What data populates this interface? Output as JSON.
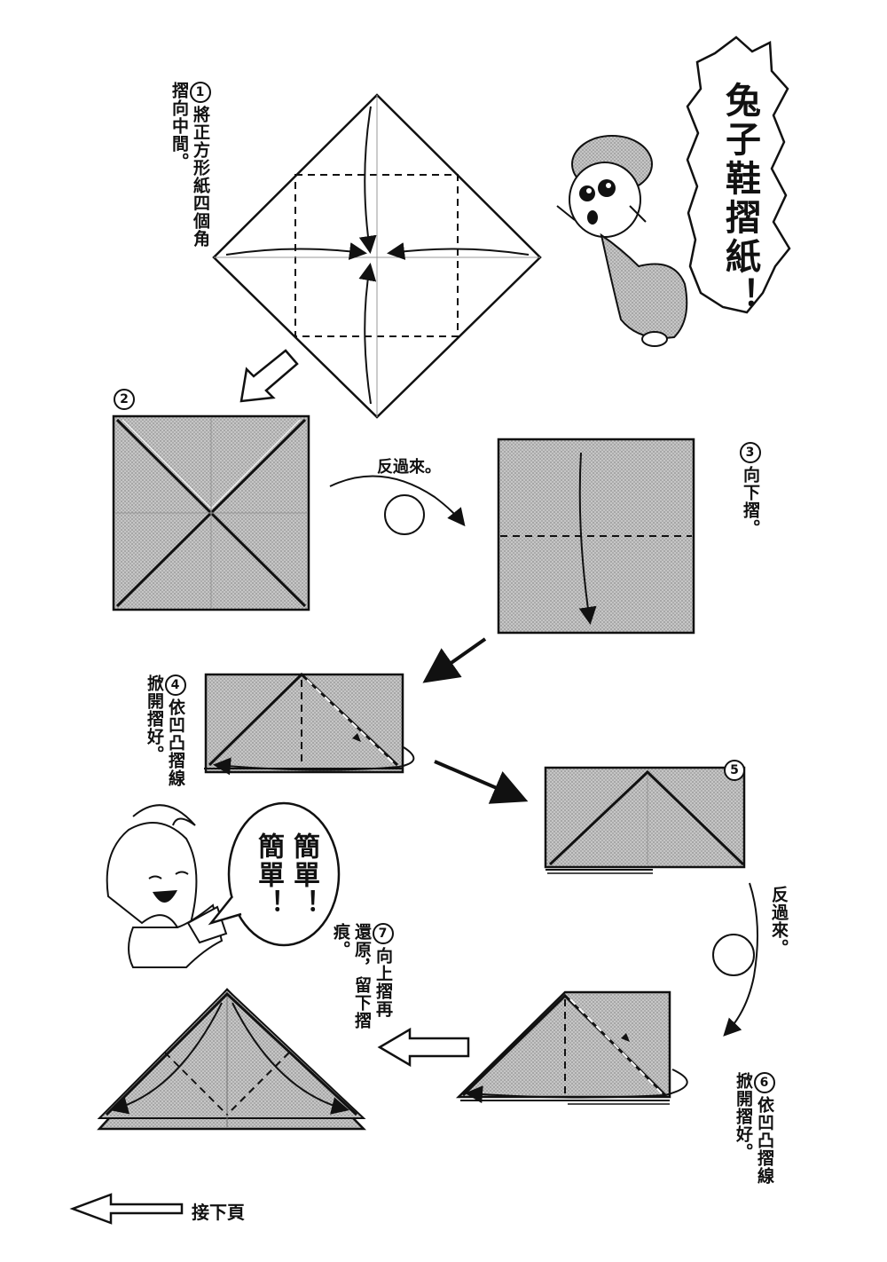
{
  "title": "兔子鞋摺紙！",
  "steps": [
    {
      "num": "1",
      "text": "將正方形紙四個角摺向中間。"
    },
    {
      "num": "2",
      "text": ""
    },
    {
      "num": "3",
      "text": "向下摺。"
    },
    {
      "num": "4",
      "text": "依凹凸摺線掀開摺好。"
    },
    {
      "num": "5",
      "text": ""
    },
    {
      "num": "6",
      "text": "依凹凸摺線掀開摺好。"
    },
    {
      "num": "7",
      "text": "向上摺再還原，留下摺痕。"
    }
  ],
  "flip_label_1": "反過來。",
  "flip_label_2": "反過來。",
  "speech_bubble": {
    "line1": "簡單！",
    "line2": "簡單！"
  },
  "next_page": "接下頁",
  "colors": {
    "paper_fill": "#bdbdbd",
    "ink": "#111111"
  }
}
